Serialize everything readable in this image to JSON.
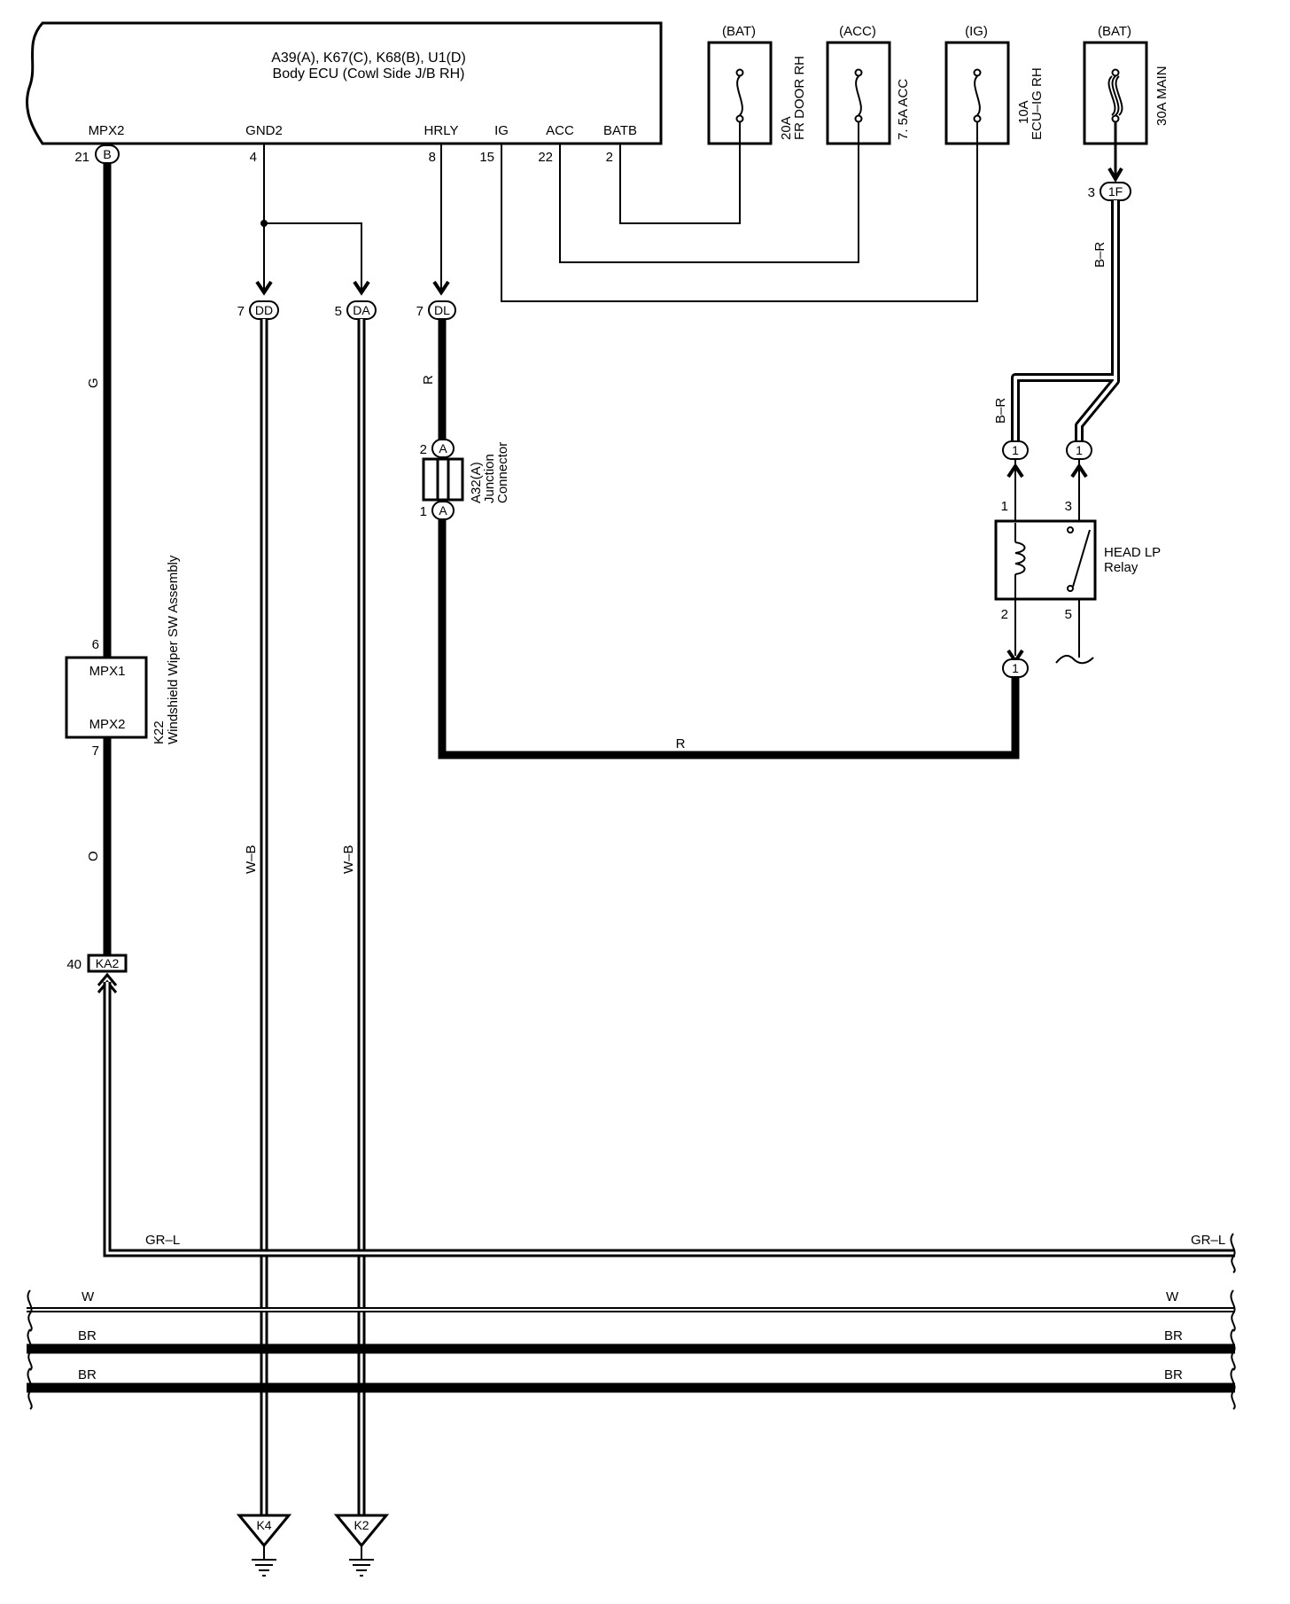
{
  "ecu": {
    "title_line1": "A39(A), K67(C), K68(B), U1(D)",
    "title_line2": "Body ECU (Cowl Side J/B RH)",
    "pins": {
      "mpx2": "MPX2",
      "gnd2": "GND2",
      "hrly": "HRLY",
      "ig": "IG",
      "acc": "ACC",
      "batb": "BATB"
    },
    "pin_numbers": {
      "mpx2": "21",
      "gnd2": "4",
      "hrly": "8",
      "ig": "15",
      "acc": "22",
      "batb": "2"
    },
    "mpx2_connector": "B"
  },
  "fuses": [
    {
      "source": "(BAT)",
      "line1": "20A",
      "line2": "FR DOOR RH"
    },
    {
      "source": "(ACC)",
      "line1": "7. 5A ACC",
      "line2": ""
    },
    {
      "source": "(IG)",
      "line1": "10A",
      "line2": "ECU–IG RH"
    },
    {
      "source": "(BAT)",
      "line1": "30A MAIN",
      "line2": ""
    }
  ],
  "connectors": {
    "main_pin": "3",
    "main_name": "1F",
    "dd_pin": "7",
    "dd_name": "DD",
    "da_pin": "5",
    "da_name": "DA",
    "dl_pin": "7",
    "dl_name": "DL",
    "jc_top_pin": "2",
    "jc_top_name": "A",
    "jc_bot_pin": "1",
    "jc_bot_name": "A",
    "relay_in1": "1",
    "relay_in2": "1",
    "relay_out": "1",
    "ka2_pin": "40",
    "ka2_name": "KA2"
  },
  "junction_connector": {
    "id": "A32(A)",
    "line1": "Junction",
    "line2": "Connector"
  },
  "relay": {
    "name1": "HEAD LP",
    "name2": "Relay",
    "pins": {
      "p1": "1",
      "p3": "3",
      "p2": "2",
      "p5": "5"
    }
  },
  "wiper_sw": {
    "id": "K22",
    "name": "Windshield Wiper SW Assembly",
    "pin_top": "6",
    "pin_bottom": "7",
    "label_top": "MPX1",
    "label_bottom": "MPX2"
  },
  "wires": {
    "g": "G",
    "o": "O",
    "r1": "R",
    "r2": "R",
    "wb1": "W–B",
    "wb2": "W–B",
    "br_main": "B–R",
    "br_relay": "B–R",
    "grl_left": "GR–L",
    "grl_right": "GR–L",
    "w_left": "W",
    "w_right": "W",
    "br1_left": "BR",
    "br1_right": "BR",
    "br2_left": "BR",
    "br2_right": "BR"
  },
  "grounds": {
    "g1": "K4",
    "g2": "K2"
  }
}
